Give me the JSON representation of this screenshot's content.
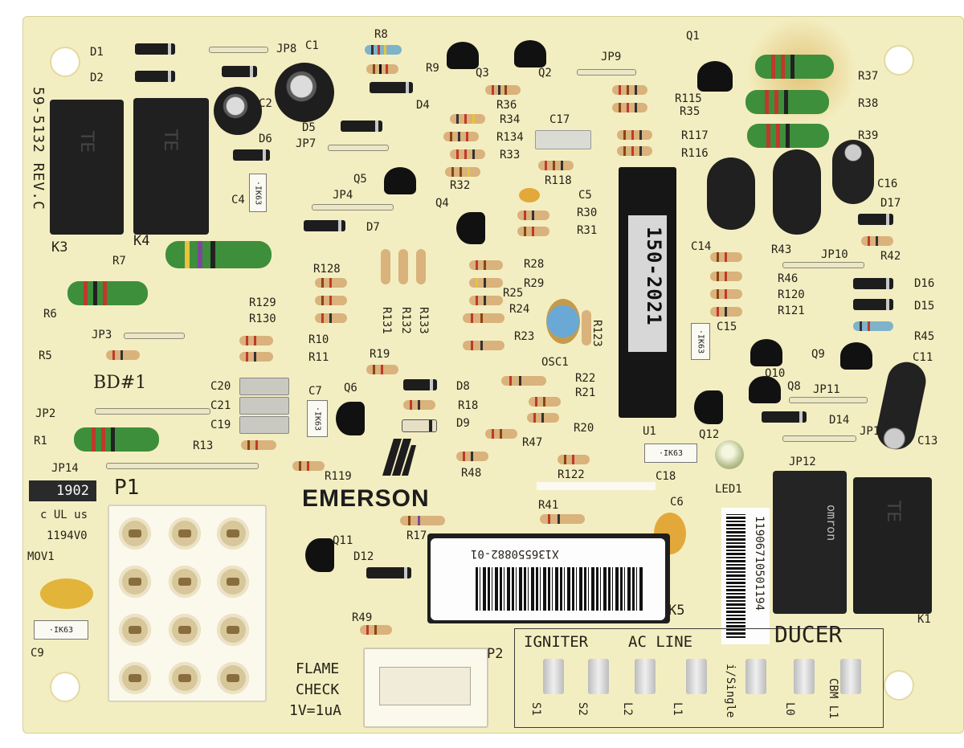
{
  "board": {
    "part_number": "59-5132 REV.C",
    "brand": "EMERSON",
    "board_id": "BD#1",
    "chip_label": "150-2021",
    "barcode_number": "X136550882-01",
    "serial_label": "11906710501194",
    "date_code": "1902",
    "ul_code": "1194V0",
    "ul_mark": "c UL us",
    "flame_check": [
      "FLAME",
      "CHECK",
      "1V=1uA"
    ],
    "terminal_headers": [
      "IGNITER",
      "AC LINE",
      "DUCER"
    ],
    "terminal_labels": [
      "S1",
      "S2",
      "L2",
      "L1",
      "i/Single",
      "L0",
      "CBM L1"
    ],
    "relay_brand": "omron",
    "part_labels": {
      "D1": "D1",
      "D2": "D2",
      "JP8": "JP8",
      "C1": "C1",
      "R8": "R8",
      "R9": "R9",
      "Q3": "Q3",
      "Q2": "Q2",
      "JP9": "JP9",
      "Q1": "Q1",
      "R37": "R37",
      "R38": "R38",
      "R39": "R39",
      "R115": "R115",
      "R35": "R35",
      "R36": "R36",
      "D4": "D4",
      "C2": "C2",
      "D5": "D5",
      "D6": "D6",
      "JP7": "JP7",
      "R34": "R34",
      "R134": "R134",
      "R33": "R33",
      "R32": "R32",
      "C17": "C17",
      "R117": "R117",
      "R116": "R116",
      "R118": "R118",
      "C16": "C16",
      "D17": "D17",
      "R42": "R42",
      "Q5": "Q5",
      "C4": "C4",
      "JP4": "JP4",
      "Q4": "Q4",
      "C5": "C5",
      "R30": "R30",
      "R31": "R31",
      "D7": "D7",
      "K3": "K3",
      "K4": "K4",
      "R7": "R7",
      "C14": "C14",
      "R43": "R43",
      "JP10": "JP10",
      "R128": "R128",
      "R129": "R129",
      "R130": "R130",
      "R131": "R131",
      "R132": "R132",
      "R133": "R133",
      "R28": "R28",
      "R29": "R29",
      "R25": "R25",
      "R24": "R24",
      "R23": "R23",
      "R123": "R123",
      "OSC1": "OSC1",
      "R46": "R46",
      "R120": "R120",
      "R121": "R121",
      "D16": "D16",
      "D15": "D15",
      "R45": "R45",
      "C15": "C15",
      "R6": "R6",
      "JP3": "JP3",
      "R5": "R5",
      "R10": "R10",
      "R11": "R11",
      "R19": "R19",
      "Q10": "Q10",
      "Q9": "Q9",
      "C11": "C11",
      "R22": "R22",
      "R21": "R21",
      "D8": "D8",
      "R18": "R18",
      "D9": "D9",
      "R20": "R20",
      "Q8": "Q8",
      "JP11": "JP11",
      "D14": "D14",
      "C20": "C20",
      "C21": "C21",
      "C19": "C19",
      "C7": "C7",
      "Q6": "Q6",
      "JP2": "JP2",
      "R1": "R1",
      "R13": "R13",
      "R47": "R47",
      "U1": "U1",
      "Q12": "Q12",
      "JP14": "JP14",
      "R119": "R119",
      "R48": "R48",
      "R122": "R122",
      "C18": "C18",
      "LED1": "LED1",
      "K1": "K1",
      "P1": "P1",
      "C6": "C6",
      "R41": "R41",
      "R17": "R17",
      "Q11": "Q11",
      "D12": "D12",
      "MOV1": "MOV1",
      "C9": "C9",
      "R49": "R49",
      "P2": "P2",
      "K5": "K5",
      "JP1": "JP1",
      "JP12": "JP12",
      "C13": "C13",
      "IK63": "·IK63"
    }
  },
  "colors": {
    "board": "#f3eec1",
    "silkscreen": "#262219",
    "resistor_body": "#d9b27c",
    "power_resistor": "#3e8f3b",
    "relay": "#202020",
    "connector": "#fbf8ec"
  }
}
